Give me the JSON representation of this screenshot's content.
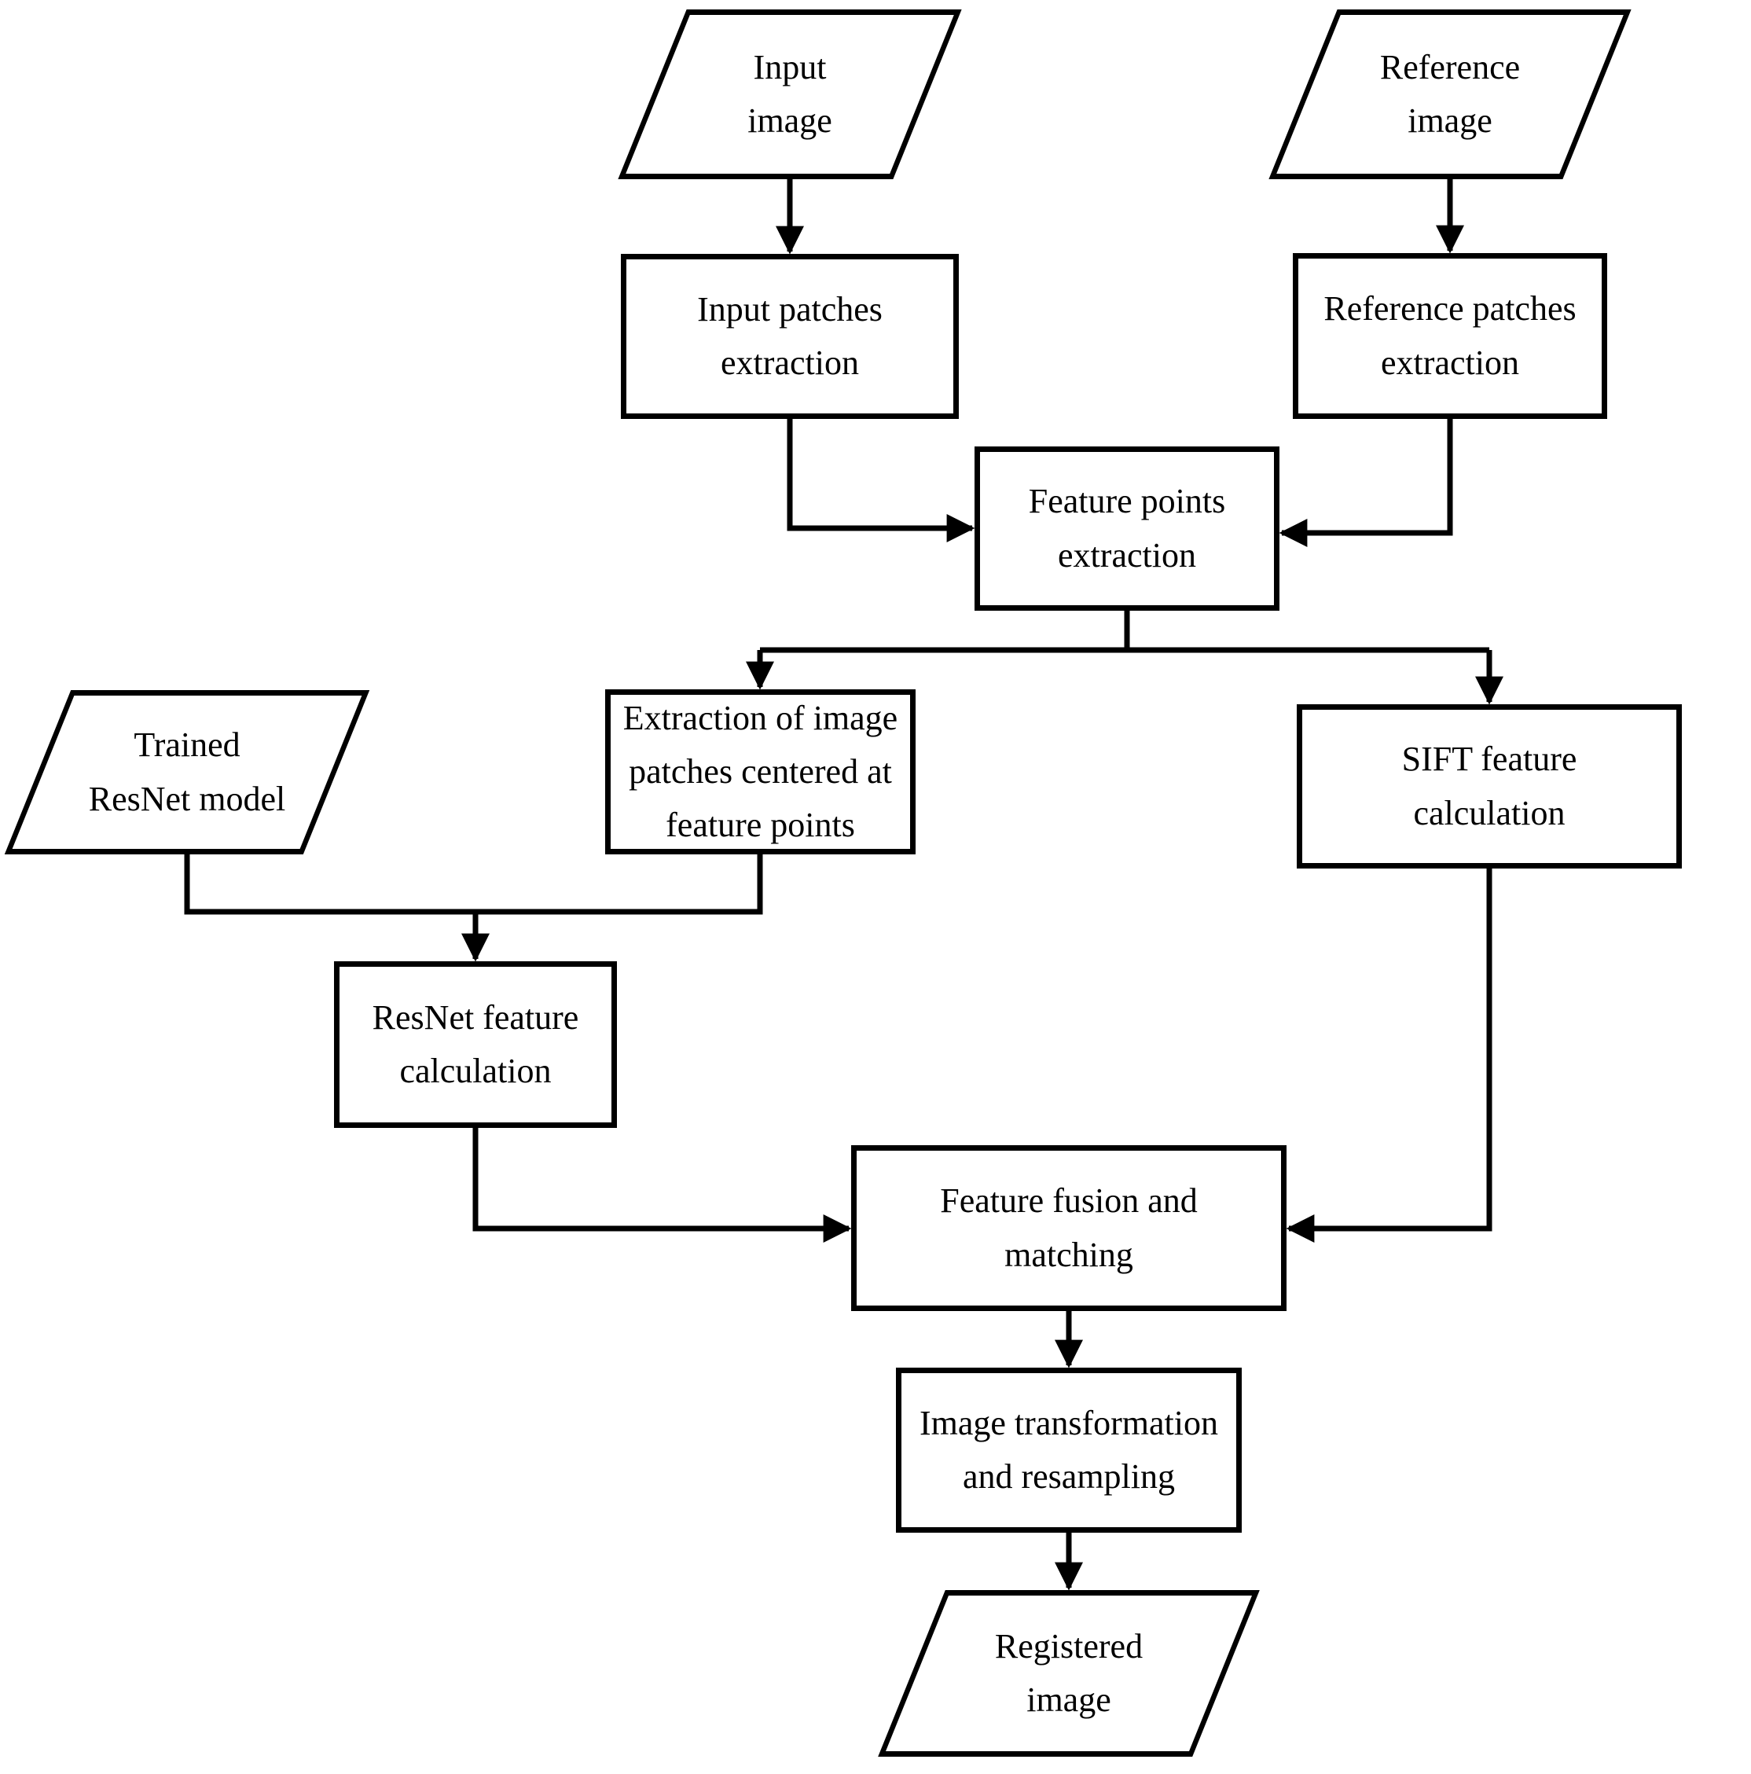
{
  "figure": {
    "type": "flowchart",
    "background_color": "#ffffff",
    "line_color": "#000000",
    "text_color": "#000000"
  },
  "nodes": {
    "input_image": {
      "label": "Input\nimage",
      "shape": "parallelogram"
    },
    "reference_image": {
      "label": "Reference\nimage",
      "shape": "parallelogram"
    },
    "input_patches": {
      "label": "Input patches\nextraction",
      "shape": "rectangle"
    },
    "reference_patches": {
      "label": "Reference patches\nextraction",
      "shape": "rectangle"
    },
    "feature_points": {
      "label": "Feature points\nextraction",
      "shape": "rectangle"
    },
    "trained_resnet": {
      "label": "Trained\nResNet model",
      "shape": "parallelogram"
    },
    "patch_extraction": {
      "label": "Extraction of image\npatches centered at\nfeature points",
      "shape": "rectangle"
    },
    "sift_feature": {
      "label": "SIFT feature\ncalculation",
      "shape": "rectangle"
    },
    "resnet_feature": {
      "label": "ResNet feature\ncalculation",
      "shape": "rectangle"
    },
    "feature_fusion": {
      "label": "Feature fusion and\nmatching",
      "shape": "rectangle"
    },
    "image_transform": {
      "label": "Image transformation\nand resampling",
      "shape": "rectangle"
    },
    "registered_image": {
      "label": "Registered\nimage",
      "shape": "parallelogram"
    }
  },
  "edges": [
    {
      "from": "input_image",
      "to": "input_patches"
    },
    {
      "from": "reference_image",
      "to": "reference_patches"
    },
    {
      "from": "input_patches",
      "to": "feature_points"
    },
    {
      "from": "reference_patches",
      "to": "feature_points"
    },
    {
      "from": "feature_points",
      "to": "patch_extraction"
    },
    {
      "from": "feature_points",
      "to": "sift_feature"
    },
    {
      "from": "trained_resnet",
      "to": "resnet_feature"
    },
    {
      "from": "patch_extraction",
      "to": "resnet_feature"
    },
    {
      "from": "resnet_feature",
      "to": "feature_fusion"
    },
    {
      "from": "sift_feature",
      "to": "feature_fusion"
    },
    {
      "from": "feature_fusion",
      "to": "image_transform"
    },
    {
      "from": "image_transform",
      "to": "registered_image"
    }
  ]
}
